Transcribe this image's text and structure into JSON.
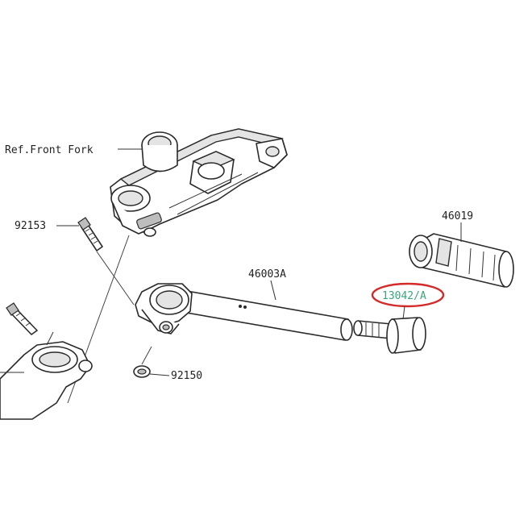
{
  "diagram": {
    "reference_label": "Ref.Front Fork",
    "parts": [
      {
        "id": "part-92153",
        "number": "92153"
      },
      {
        "id": "part-46019",
        "number": "46019"
      },
      {
        "id": "part-46003a",
        "number": "46003A"
      },
      {
        "id": "part-13042a",
        "number": "13042/A",
        "highlighted": true
      },
      {
        "id": "part-92150",
        "number": "92150"
      }
    ],
    "colors": {
      "highlight_ring": "#d42a2a",
      "highlight_text": "#3aa57a",
      "line": "#2a2a2a"
    }
  }
}
